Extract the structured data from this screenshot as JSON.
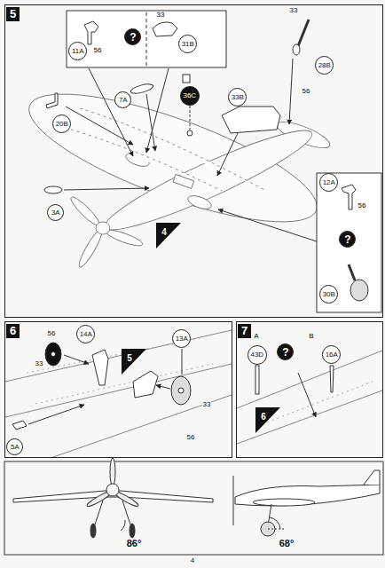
{
  "diagram": {
    "nodes": [
      {
        "text": [
          "5"
        ]
      },
      {
        "text": [
          "11A"
        ],
        "in": 0
      },
      {
        "text": [
          "?"
        ],
        "in": 0
      },
      {
        "text": [
          "31B"
        ],
        "in": 0
      },
      {
        "text": [
          "7A"
        ],
        "in": 0
      },
      {
        "text": [
          "36C"
        ],
        "in": 0
      },
      {
        "text": [
          "33B"
        ],
        "in": 0
      },
      {
        "text": [
          "28B"
        ],
        "in": 0
      },
      {
        "text": [
          "20B"
        ],
        "in": 0
      },
      {
        "text": [
          "3A"
        ],
        "in": 0
      },
      {
        "text": [
          "12A"
        ],
        "in": 0
      },
      {
        "text": [
          "?"
        ],
        "in": 0
      },
      {
        "text": [
          "30B"
        ],
        "in": 0
      },
      {
        "text": [
          "6"
        ]
      },
      {
        "text": [
          "14A"
        ],
        "in": 13
      },
      {
        "text": [
          "13A"
        ],
        "in": 13
      },
      {
        "text": [
          "5A"
        ],
        "in": 13
      },
      {
        "text": [
          "7"
        ]
      },
      {
        "text": [
          "43D"
        ],
        "in": 17
      },
      {
        "text": [
          "?"
        ],
        "in": 17
      },
      {
        "text": [
          "16A"
        ],
        "in": 17
      }
    ],
    "labels": [
      "56",
      "33",
      "33",
      "56",
      "4",
      "56",
      "56",
      "33",
      "5",
      "33",
      "56",
      "A",
      "B",
      "6",
      "86°",
      "68°",
      "4"
    ]
  }
}
